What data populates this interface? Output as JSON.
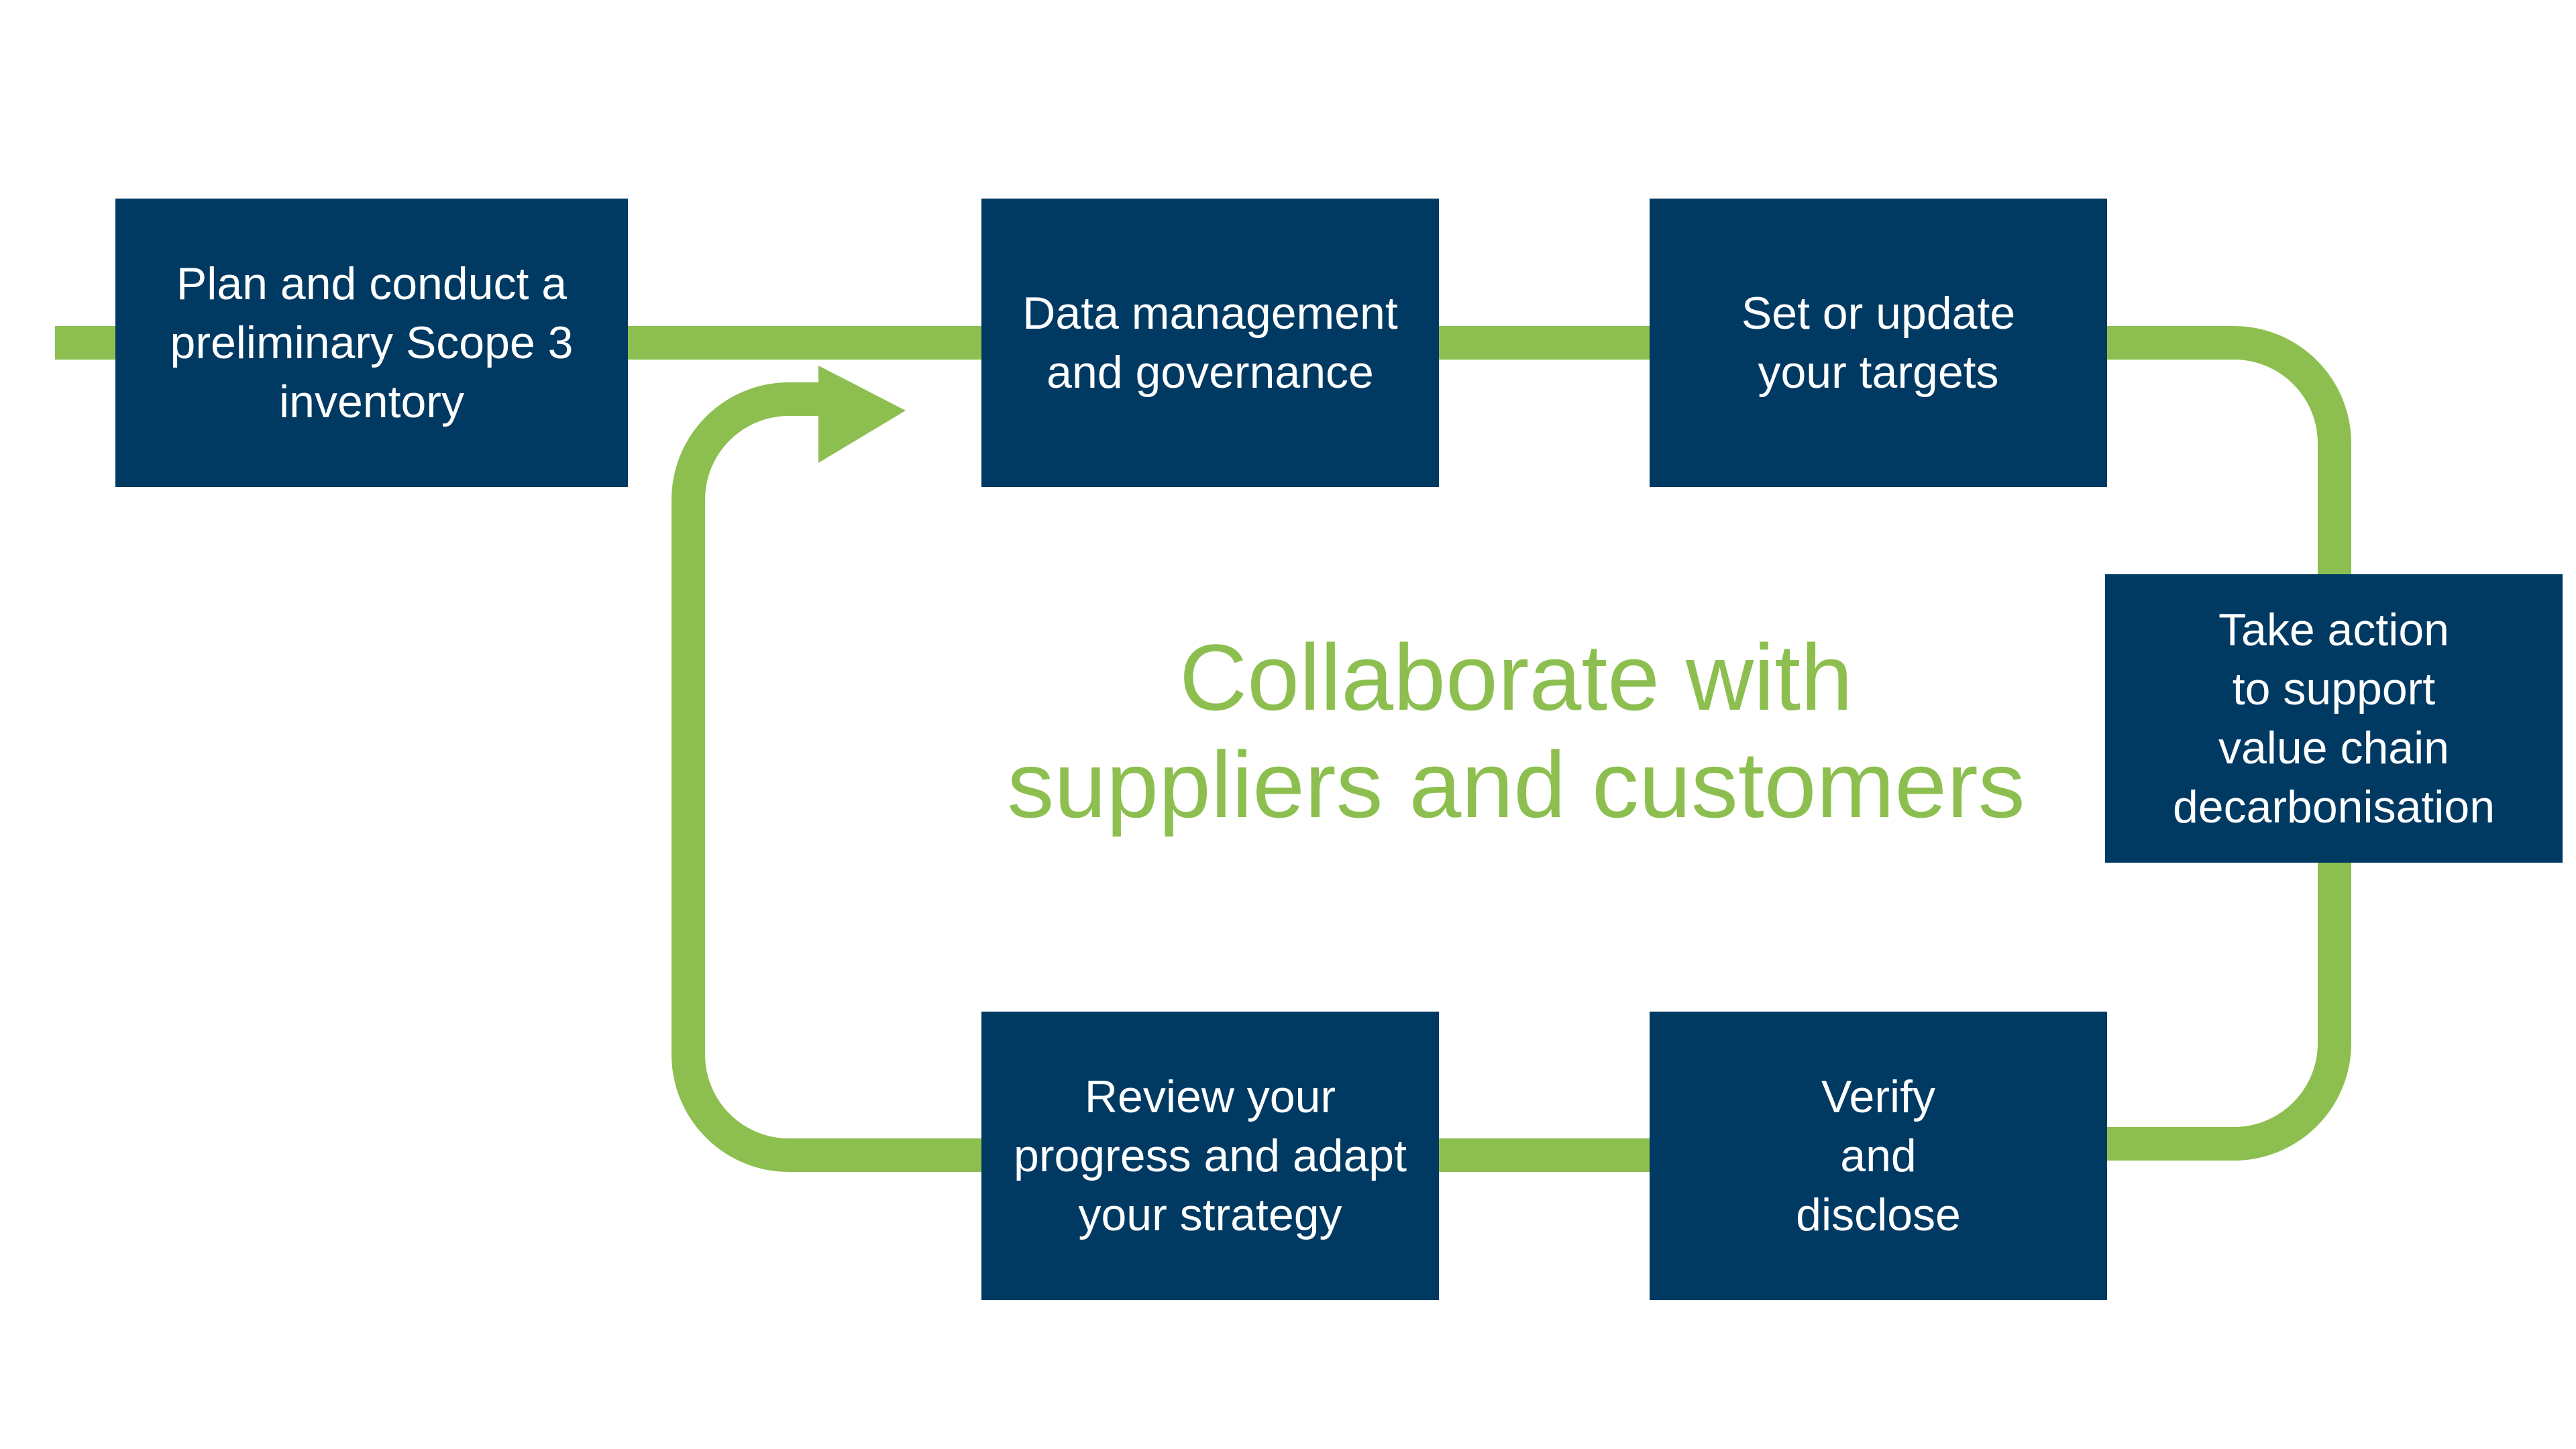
{
  "colors": {
    "box_fill": "#003a63",
    "box_text": "#ffffff",
    "connector": "#8cbf4f",
    "center_text": "#8cbf4f",
    "background": "#ffffff"
  },
  "steps": [
    {
      "lines": [
        "Plan and conduct a",
        "preliminary Scope 3",
        "inventory"
      ]
    },
    {
      "lines": [
        "Data management",
        "and governance"
      ]
    },
    {
      "lines": [
        "Set or update",
        "your targets"
      ]
    },
    {
      "lines": [
        "Take action",
        "to support",
        "value chain",
        "decarbonisation"
      ]
    },
    {
      "lines": [
        "Verify",
        "and",
        "disclose"
      ]
    },
    {
      "lines": [
        "Review your",
        "progress and adapt",
        "your strategy"
      ]
    }
  ],
  "center": {
    "lines": [
      "Collaborate with",
      "suppliers and customers"
    ]
  },
  "icons": {
    "cycle_arrow": "arrow-right-icon"
  }
}
